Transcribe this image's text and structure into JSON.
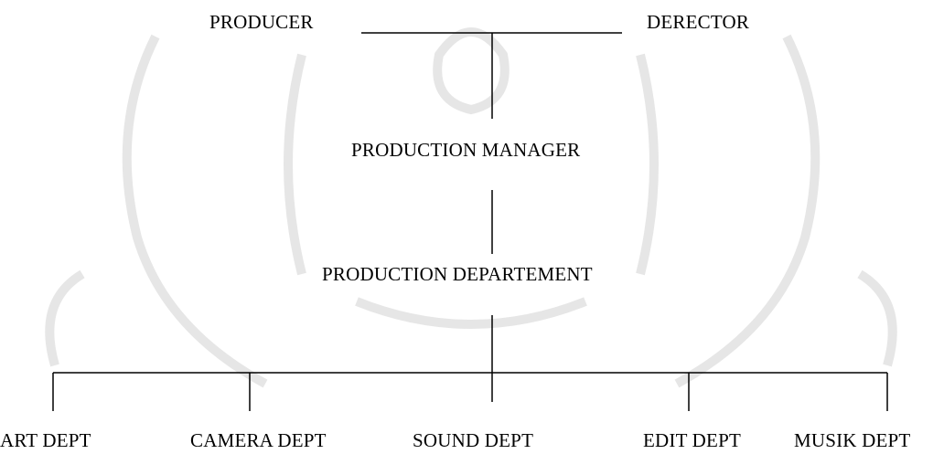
{
  "colors": {
    "line": "#000000",
    "watermark": "#e6e6e6",
    "background": "#ffffff"
  },
  "top": {
    "producer": "PRODUCER",
    "director": "DERECTOR"
  },
  "middle": {
    "production_manager": "PRODUCTION MANAGER",
    "production_department": "PRODUCTION DEPARTEMENT"
  },
  "departments": [
    "ART DEPT",
    "CAMERA DEPT",
    "SOUND DEPT",
    "EDIT DEPT",
    "MUSIK DEPT"
  ]
}
